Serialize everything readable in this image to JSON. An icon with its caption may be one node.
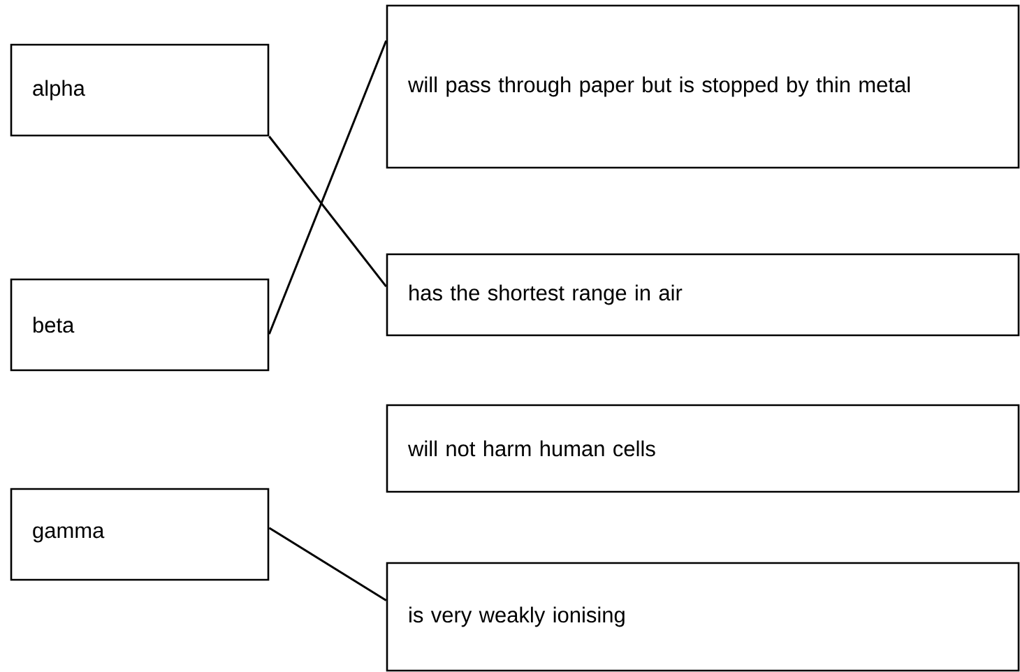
{
  "diagram": {
    "nodes": [
      {
        "text": [
          "alpha"
        ]
      },
      {
        "text": [
          "beta"
        ]
      },
      {
        "text": [
          "gamma"
        ]
      },
      {
        "text": [
          "will pass through paper but is stopped by thin metal"
        ]
      },
      {
        "text": [
          "has the shortest range in air"
        ]
      },
      {
        "text": [
          "will not harm human cells"
        ]
      },
      {
        "text": [
          "is very weakly ionising"
        ]
      }
    ],
    "edges": [
      {
        "from": 0,
        "to": 4,
        "arrow": "none"
      },
      {
        "from": 1,
        "to": 3,
        "arrow": "none"
      },
      {
        "from": 2,
        "to": 6,
        "arrow": "none"
      }
    ]
  }
}
